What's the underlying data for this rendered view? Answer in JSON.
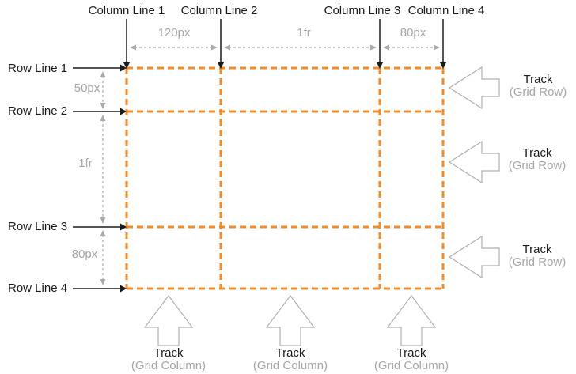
{
  "colors": {
    "grid_line": "#F28C2B",
    "measure": "#AAAAAA",
    "arrow_outline": "#B0B0B0",
    "text": "#1B1B1B",
    "muted_text": "#A6A6A6"
  },
  "grid": {
    "column_lines": [
      "Column Line 1",
      "Column Line 2",
      "Column Line 3",
      "Column Line 4"
    ],
    "row_lines": [
      "Row Line 1",
      "Row Line 2",
      "Row Line 3",
      "Row Line 4"
    ],
    "column_track_sizes": [
      "120px",
      "1fr",
      "80px"
    ],
    "row_track_sizes": [
      "50px",
      "1fr",
      "80px"
    ],
    "row_tracks": [
      {
        "label": "Track",
        "sublabel": "(Grid Row)"
      },
      {
        "label": "Track",
        "sublabel": "(Grid Row)"
      },
      {
        "label": "Track",
        "sublabel": "(Grid Row)"
      }
    ],
    "column_tracks": [
      {
        "label": "Track",
        "sublabel": "(Grid Column)"
      },
      {
        "label": "Track",
        "sublabel": "(Grid Column)"
      },
      {
        "label": "Track",
        "sublabel": "(Grid Column)"
      }
    ]
  }
}
